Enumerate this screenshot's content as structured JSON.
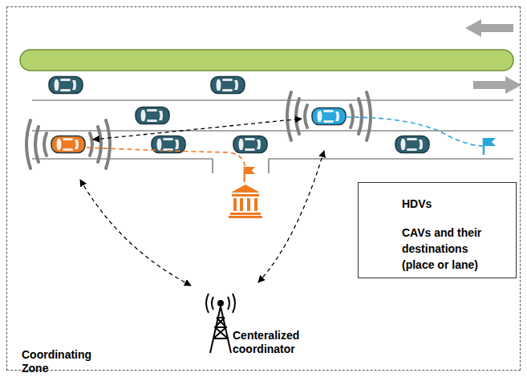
{
  "diagram": {
    "nodes": [
      {
        "text": [
          "Coordinating Zone"
        ]
      },
      {
        "text": [
          "Centeralized coordinator"
        ],
        "in": 0
      }
    ],
    "labels": [],
    "legend": [
      {
        "text": "HDVs"
      },
      {
        "text": "CAVs and their destinations (place or lane)"
      }
    ]
  }
}
